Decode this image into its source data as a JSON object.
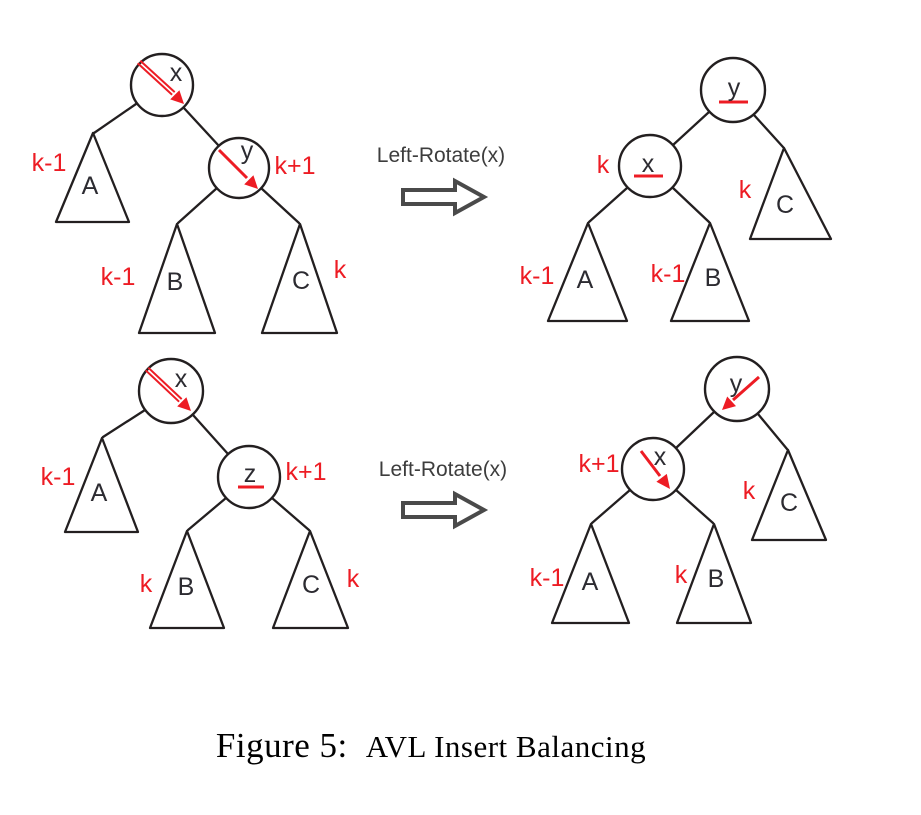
{
  "caption": {
    "prefix": "Figure 5:",
    "text": "AVL Insert Balancing"
  },
  "colors": {
    "red": "#ed1c24",
    "line": "#231f20",
    "node_label": "#2c2b31",
    "op_text": "#3d3d3d",
    "op_arrow": "#4a4a4a"
  },
  "rows": [
    {
      "op": "Left-Rotate(x)",
      "before": {
        "root": {
          "label": "x",
          "marker": "red-double-arrow-down-right"
        },
        "left": {
          "tri": "A",
          "h": "k-1"
        },
        "right_node": {
          "label": "y",
          "h": "k+1",
          "marker": "red-arrow-down-right"
        },
        "rl": {
          "tri": "B",
          "h": "k-1"
        },
        "rr": {
          "tri": "C",
          "h": "k"
        }
      },
      "after": {
        "root": {
          "label": "y",
          "marker": "red-underline"
        },
        "left_node": {
          "label": "x",
          "h": "k",
          "marker": "red-underline"
        },
        "ll": {
          "tri": "A",
          "h": "k-1"
        },
        "lr": {
          "tri": "B",
          "h": "k-1"
        },
        "right": {
          "tri": "C",
          "h": "k"
        }
      }
    },
    {
      "op": "Left-Rotate(x)",
      "before": {
        "root": {
          "label": "x",
          "marker": "red-double-arrow-down-right"
        },
        "left": {
          "tri": "A",
          "h": "k-1"
        },
        "right_node": {
          "label": "z",
          "h": "k+1",
          "marker": "red-underline"
        },
        "rl": {
          "tri": "B",
          "h": "k"
        },
        "rr": {
          "tri": "C",
          "h": "k"
        }
      },
      "after": {
        "root": {
          "label": "y",
          "marker": "red-arrow-down-left"
        },
        "left_node": {
          "label": "x",
          "h": "k+1",
          "marker": "red-arrow-down-right"
        },
        "ll": {
          "tri": "A",
          "h": "k-1"
        },
        "lr": {
          "tri": "B",
          "h": "k"
        },
        "right": {
          "tri": "C",
          "h": "k"
        }
      }
    }
  ]
}
